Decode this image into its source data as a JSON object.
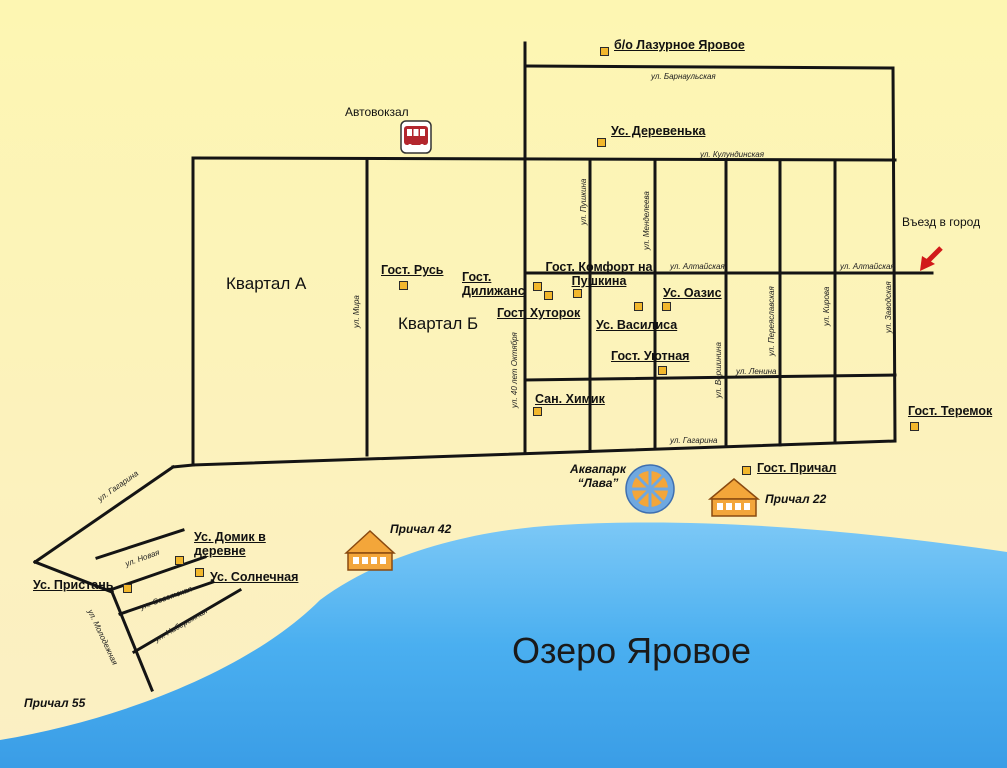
{
  "colors": {
    "background_top": "#fdf6b2",
    "background_bottom": "#fbefc4",
    "lake": "#4aaff0",
    "road": "#141414",
    "marker_fill": "#f2b72c",
    "pier_roof": "#f3a63a",
    "arrow": "#d11a1a"
  },
  "lake": {
    "name": "Озеро Яровое"
  },
  "districts": {
    "a": "Квартал А",
    "b": "Квартал Б"
  },
  "streets": {
    "barnaulskaya": "ул. Барнаульская",
    "kulundinskaya": "ул. Кулундинская",
    "altaiskaya_1": "ул. Алтайская",
    "altaiskaya_2": "ул. Алтайская",
    "lenina": "ул. Ленина",
    "gagarina_1": "ул. Гагарина",
    "gagarina_2": "ул. Гагарина",
    "mira": "ул. Мира",
    "pushkina": "ул. Пушкина",
    "mendeleeva": "ул. Менделеева",
    "oktyabrya": "ул. 40 лет Октября",
    "vershinina": "ул. Вершинина",
    "pereyaslavskaya": "ул. Переяславская",
    "kirova": "ул. Кирова",
    "zavodskaya": "ул. Заводская",
    "novaya": "ул. Новая",
    "sovetskaya": "ул. Советская",
    "naberezhnaya": "ул. Набережная",
    "molodezhnaya": "ул. Молодежная"
  },
  "places": {
    "lazurnoe": "б/о Лазурное Яровое",
    "derevenka": "Ус. Деревенька",
    "rus": "Гост. Русь",
    "dilizhans": "Гост. Дилижанс",
    "komfort": "Гост. Комфорт на Пушкина",
    "khutorok": "Гост. Хуторок",
    "oazis": "Ус. Оазис",
    "vasilisa": "Ус. Василиса",
    "uyutnaya": "Гост. Уютная",
    "khimik": "Сан. Химик",
    "teremok": "Гост. Теремок",
    "prichal_hotel": "Гост. Причал",
    "domik": "Ус. Домик в деревне",
    "solnechnaya": "Ус. Солнечная",
    "pristan": "Ус. Пристань"
  },
  "piers": {
    "p22": "Причал 22",
    "p42": "Причал 42",
    "p55": "Причал 55"
  },
  "other": {
    "bus_station": "Автовокзал",
    "bus_icon": "bus-icon",
    "city_entrance": "Въезд в город",
    "aquapark": "Аквапарк “Лава”",
    "aquapark_icon": "wheel-icon"
  }
}
